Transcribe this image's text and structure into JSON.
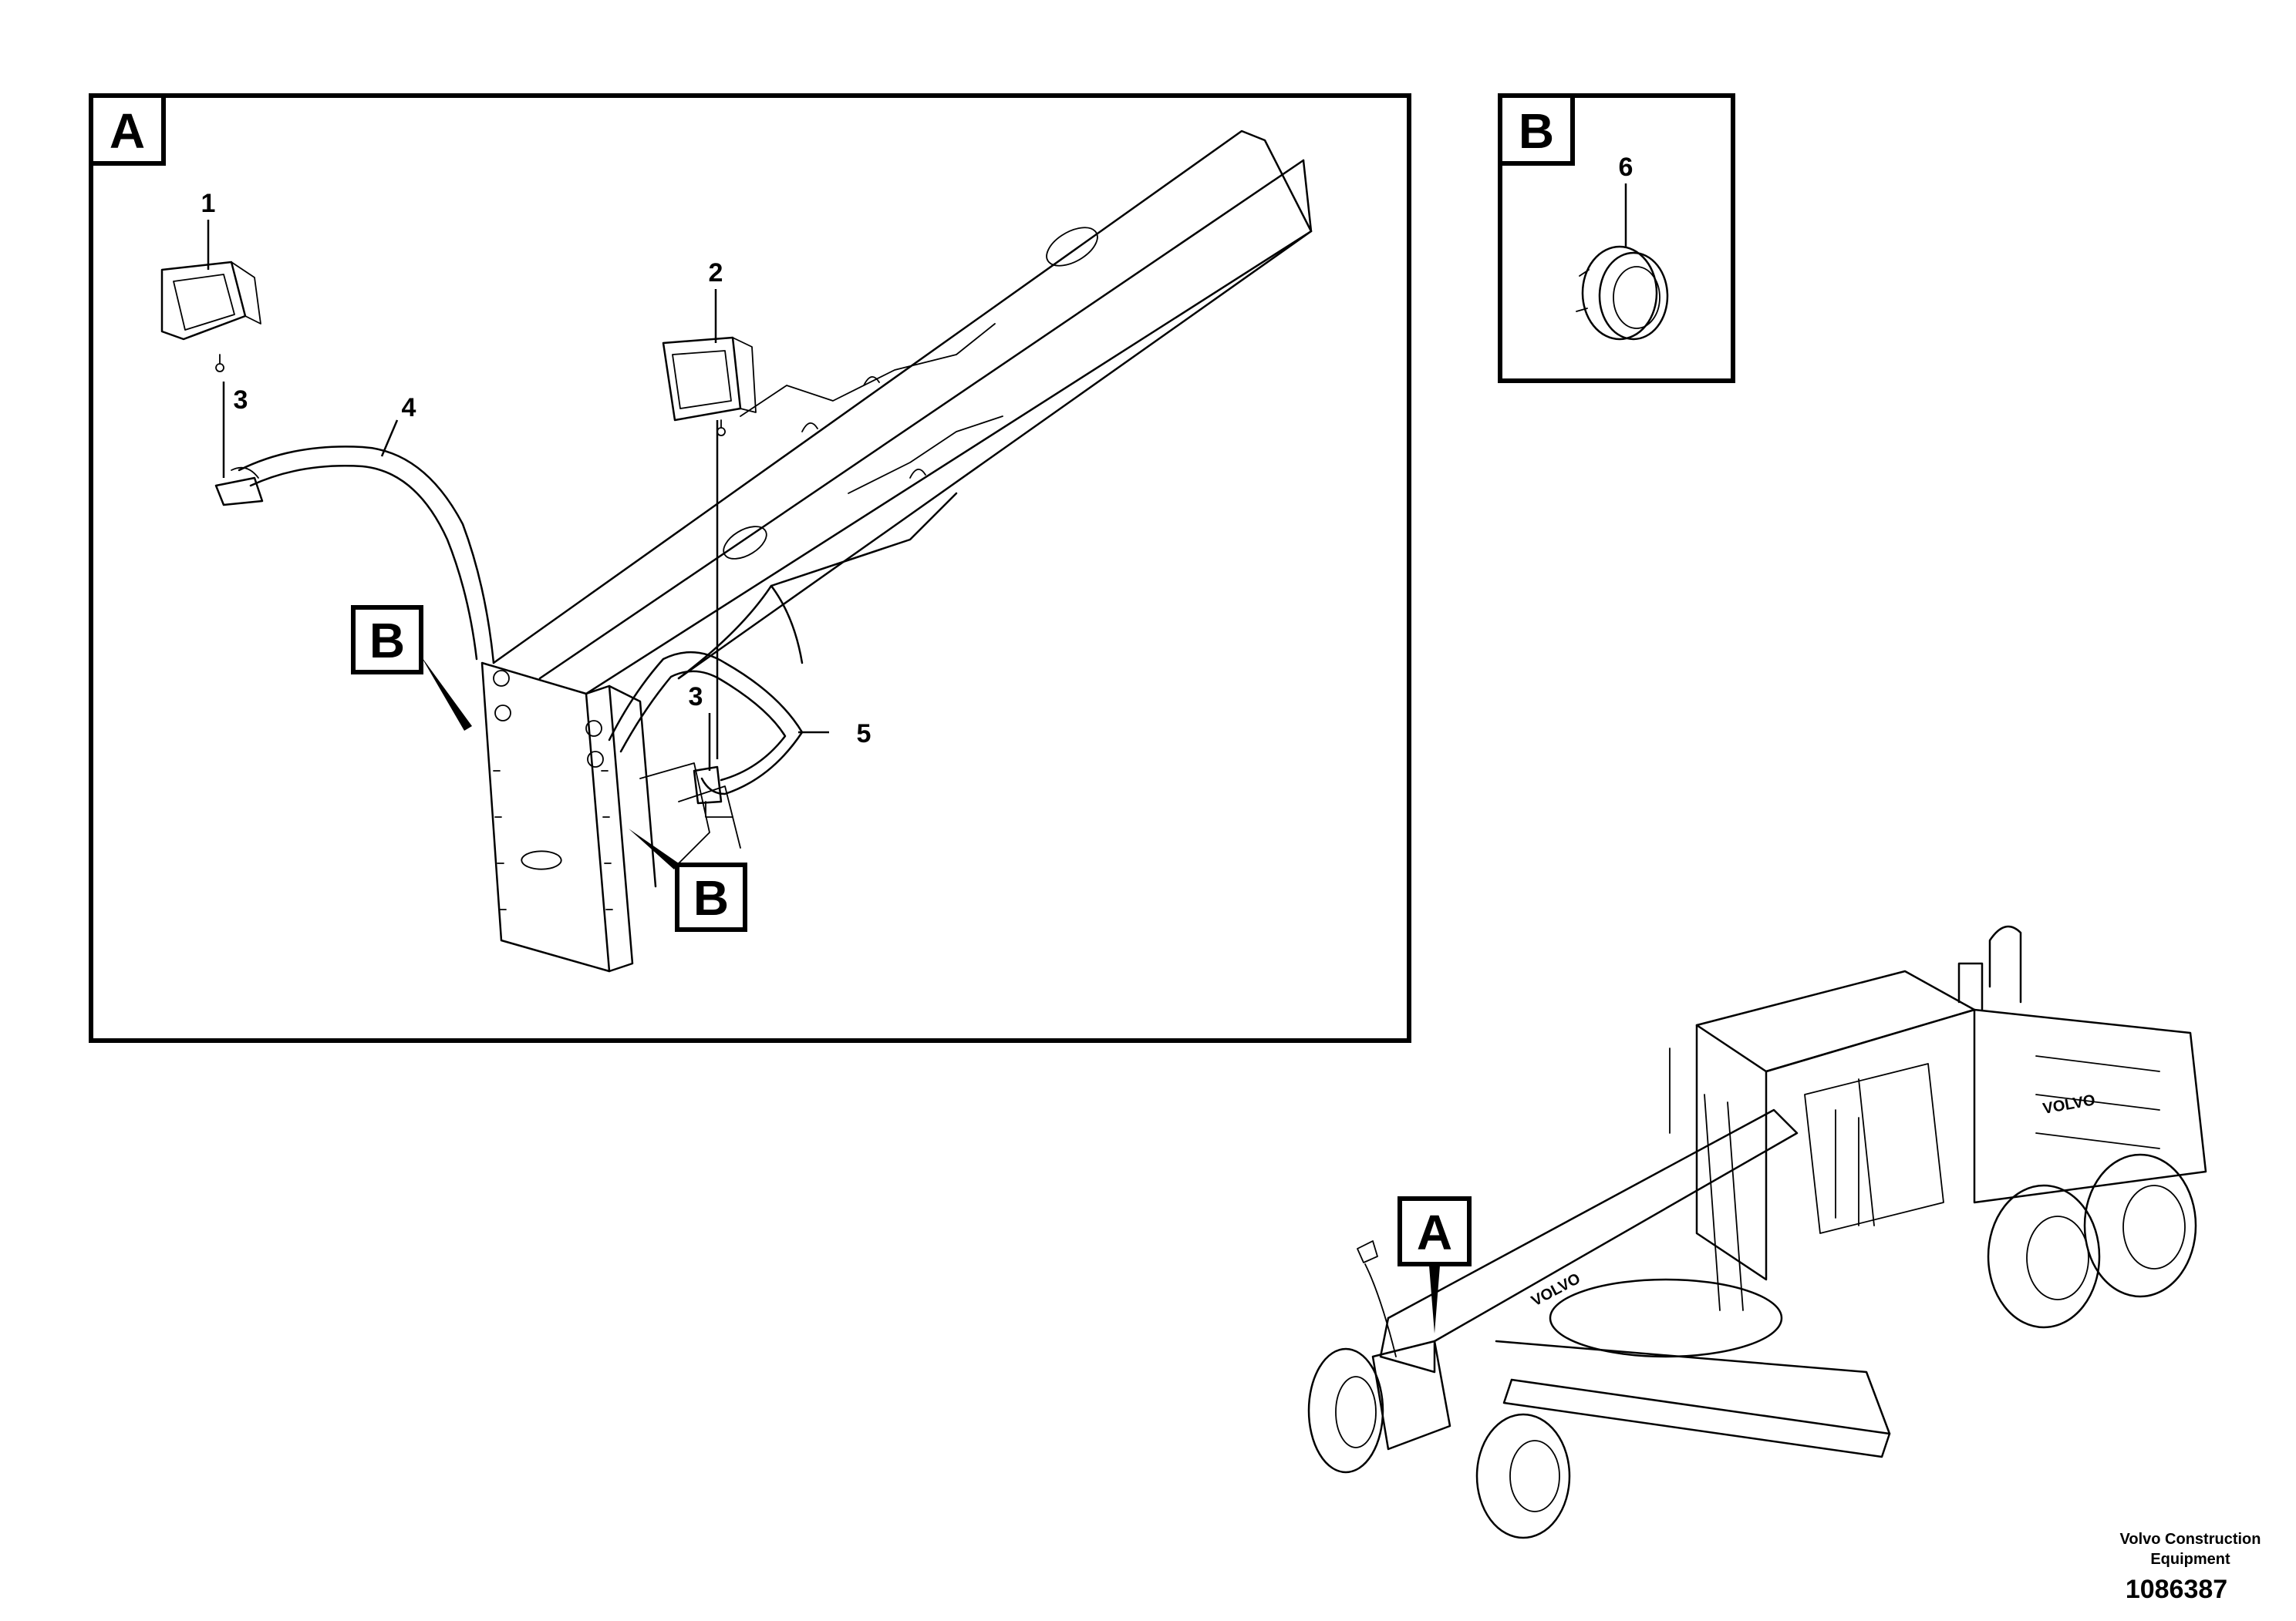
{
  "views": {
    "detail_a": {
      "tag": "A"
    },
    "detail_b": {
      "tag": "B"
    },
    "overview": {
      "tag": "A"
    }
  },
  "callouts": {
    "b_ref_upper": "B",
    "b_ref_lower": "B"
  },
  "parts": [
    "1",
    "2",
    "3",
    "3",
    "4",
    "5",
    "6"
  ],
  "credit": {
    "line1": "Volvo Construction",
    "line2": "Equipment",
    "doc_number": "1086387"
  },
  "machine_lettering": [
    "VOLVO",
    "VOLVO"
  ]
}
